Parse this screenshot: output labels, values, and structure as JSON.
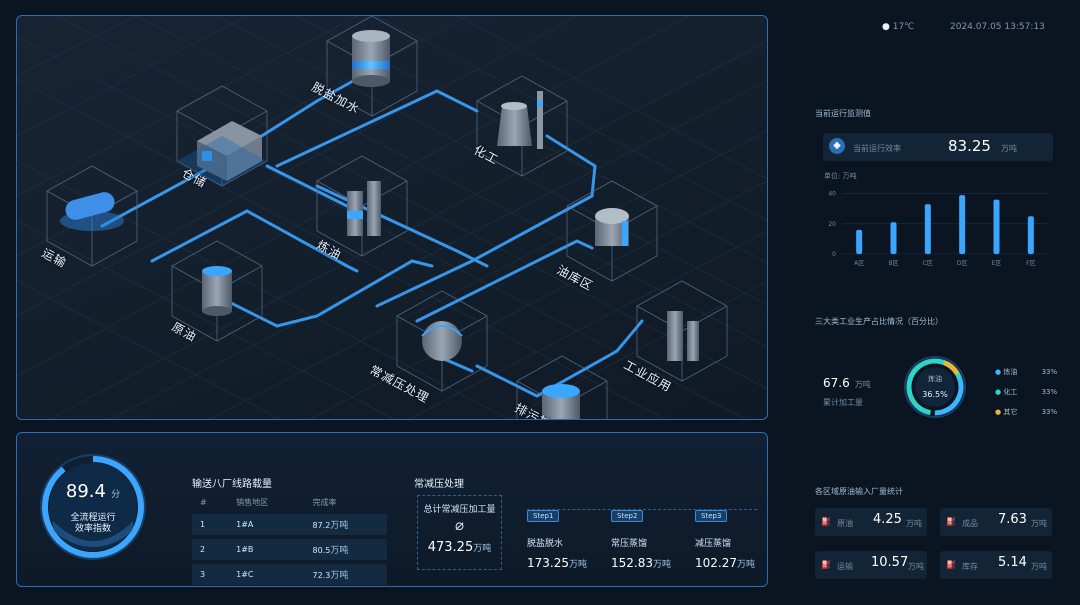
{
  "header": {
    "weather": "17℃",
    "datetime": "2024.07.05 13:57:13"
  },
  "scene": {
    "nodes": [
      {
        "id": "desalt_water",
        "label": "脱盐加水"
      },
      {
        "id": "warehouse",
        "label": "仓储"
      },
      {
        "id": "chemical",
        "label": "化工"
      },
      {
        "id": "transport",
        "label": "运输"
      },
      {
        "id": "refinery",
        "label": "炼油"
      },
      {
        "id": "oil_storage",
        "label": "油库区"
      },
      {
        "id": "crude",
        "label": "原油"
      },
      {
        "id": "atmos_vacuum",
        "label": "常减压处理"
      },
      {
        "id": "industrial",
        "label": "工业应用"
      },
      {
        "id": "waste_water",
        "label": "排污加水"
      }
    ]
  },
  "efficiency": {
    "value": "89.4",
    "unit": "分",
    "label_line1": "全流程运行",
    "label_line2": "效率指数",
    "fraction": 0.894
  },
  "delivery": {
    "title": "输送八厂线路载量",
    "headers": [
      "#",
      "销售地区",
      "完成率"
    ],
    "rows": [
      {
        "no": "1",
        "region": "1#A",
        "value": "87.2",
        "unit": "万吨"
      },
      {
        "no": "2",
        "region": "1#B",
        "value": "80.5",
        "unit": "万吨"
      },
      {
        "no": "3",
        "region": "1#C",
        "value": "72.3",
        "unit": "万吨"
      }
    ]
  },
  "process": {
    "title": "常减压处理",
    "total_label": "总计常减压加工量",
    "total_value": "473.25",
    "total_unit": "万吨",
    "steps": [
      {
        "tag": "Step1",
        "name": "脱盐脱水",
        "value": "173.25",
        "unit": "万吨"
      },
      {
        "tag": "Step2",
        "name": "常压蒸馏",
        "value": "152.83",
        "unit": "万吨"
      },
      {
        "tag": "Step3",
        "name": "减压蒸馏",
        "value": "102.27",
        "unit": "万吨"
      }
    ]
  },
  "right": {
    "panel1_title": "当前运行监测值",
    "kpi_label": "当前运行效率",
    "kpi_value": "83.25",
    "kpi_unit": "万吨",
    "chart_unit": "单位: 万吨",
    "chart_yticks": [
      "0",
      "20",
      "40"
    ],
    "panel2_title": "三大类工业生产占比情况（百分比）",
    "donut_value": "67.6",
    "donut_unit": "万吨",
    "donut_sub": "累计加工量",
    "donut_center_label": "炼油",
    "donut_center_value": "36.5%",
    "legend": [
      {
        "name": "炼油",
        "value": "33%",
        "color": "#3bb6ff"
      },
      {
        "name": "化工",
        "value": "33%",
        "color": "#2fd3c8"
      },
      {
        "name": "其它",
        "value": "33%",
        "color": "#e2b83b"
      }
    ],
    "panel3_title": "各区域原油输入厂量统计",
    "stats": [
      {
        "name": "原油",
        "value": "4.25",
        "unit": "万吨"
      },
      {
        "name": "成品",
        "value": "7.63",
        "unit": "万吨"
      },
      {
        "name": "运输",
        "value": "10.57",
        "unit": "万吨"
      },
      {
        "name": "库存",
        "value": "5.14",
        "unit": "万吨"
      }
    ]
  },
  "chart_data": {
    "type": "bar",
    "categories": [
      "A区",
      "B区",
      "C区",
      "D区",
      "E区",
      "F区"
    ],
    "values": [
      16,
      21,
      33,
      39,
      36,
      25
    ],
    "ylim": [
      0,
      45
    ],
    "color": "#3aa6ff"
  }
}
